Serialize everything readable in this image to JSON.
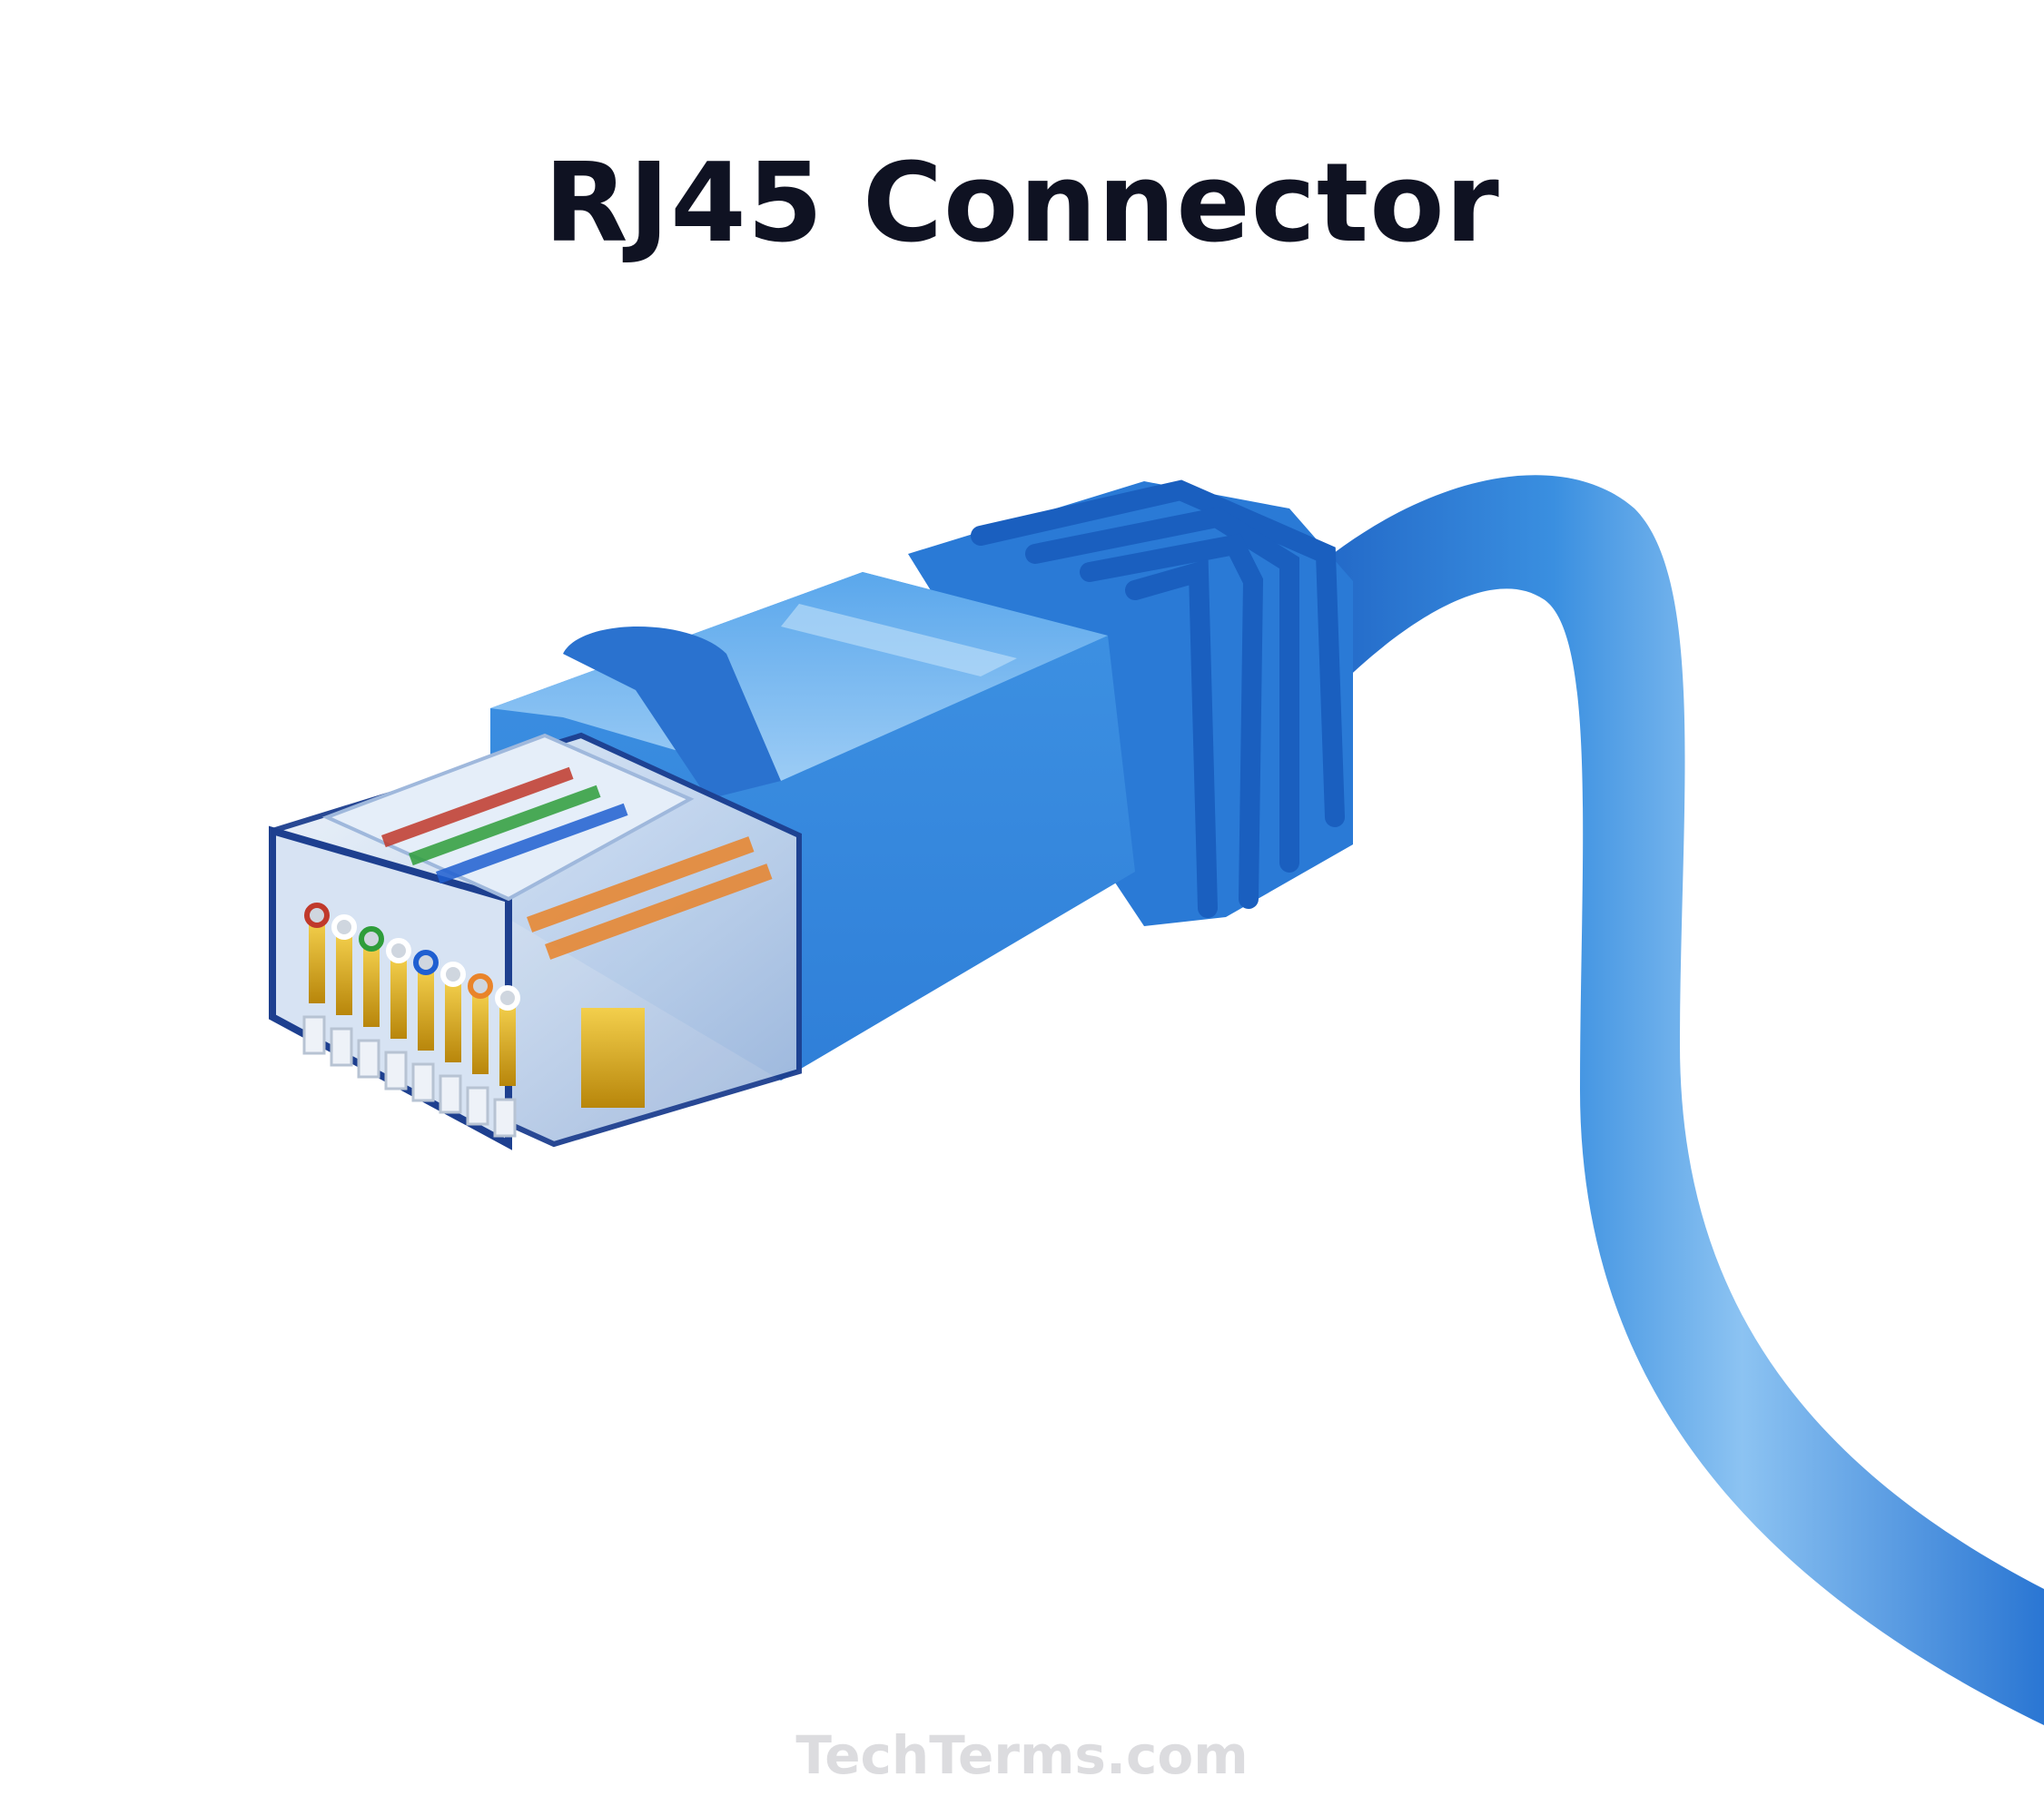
{
  "title": "RJ45 Connector",
  "watermark": "TechTerms.com",
  "illustration": {
    "subject": "rj45-ethernet-cable-plug",
    "colors": {
      "cable_blue": "#3a8fe0",
      "cable_blue_dark": "#1f63c4",
      "cable_blue_light": "#8cc3f2",
      "boot_blue": "#2f7fd8",
      "plug_clear": "#dfe9f5",
      "plug_clear_edge": "#1d3f8f",
      "gold_pins": "#d9a81e",
      "title_color": "#0f1222",
      "watermark_color": "#dcdcdf"
    },
    "wire_colors": [
      "#c0392b",
      "#ffffff",
      "#2e9d3a",
      "#1f5fd1",
      "#ffffff",
      "#e9842a",
      "#e9842a",
      "#ffffff"
    ],
    "pin_count": 8
  }
}
